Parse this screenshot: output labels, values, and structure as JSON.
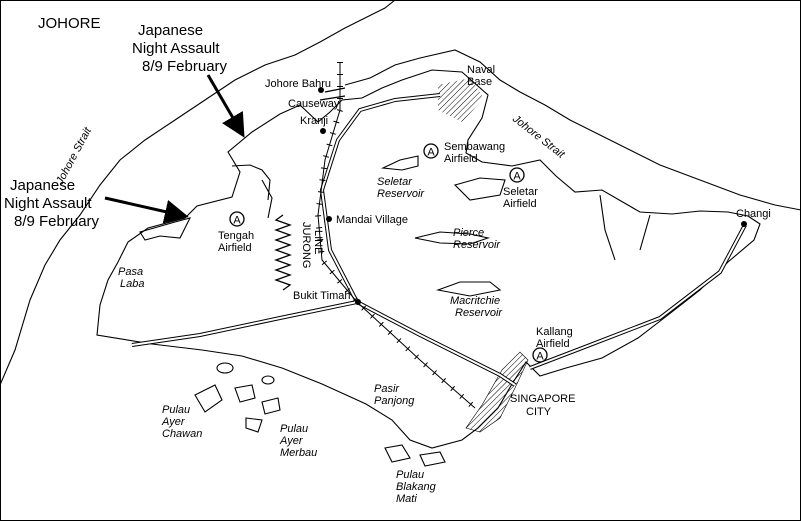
{
  "region_label": "JOHORE",
  "assault_north": [
    "Japanese",
    "Night Assault",
    "8/9 February"
  ],
  "assault_west": [
    "Japanese",
    "Night Assault",
    "8/9 February"
  ],
  "places": {
    "johore_bahru": "Johore Bahru",
    "causeway": "Causeway",
    "kranji": "Kranji",
    "mandai": "Mandai Village",
    "bukit_timah": "Bukit Timah",
    "changi": "Changi",
    "naval_base": [
      "Naval",
      "Base"
    ],
    "singapore_city": [
      "SINGAPORE",
      "CITY"
    ]
  },
  "airfields": {
    "symbol": "A",
    "tengah": [
      "Tengah",
      "Airfield"
    ],
    "sembawang": [
      "Sembawang",
      "Airfield"
    ],
    "seletar": [
      "Seletar",
      "Airfield"
    ],
    "kallang": [
      "Kallang",
      "Airfield"
    ]
  },
  "water": {
    "johore_strait_w": "Johore Strait",
    "johore_strait_e": "Johore Strait",
    "seletar_res": [
      "Seletar",
      "Reservoir"
    ],
    "pierce_res": [
      "Pierce",
      "Reservoir"
    ],
    "macritchie_res": [
      "Macritchie",
      "Reservoir"
    ]
  },
  "areas": {
    "pasa_laba": [
      "Pasa",
      "Laba"
    ],
    "pasir_panjong": [
      "Pasir",
      "Panjong"
    ],
    "pulau_ayer_chawan": [
      "Pulau",
      "Ayer",
      "Chawan"
    ],
    "pulau_ayer_merbau": [
      "Pulau",
      "Ayer",
      "Merbau"
    ],
    "pulau_blakang_mati": [
      "Pulau",
      "Blakang",
      "Mati"
    ]
  },
  "jurong_line": [
    "JURONG",
    "LINE"
  ]
}
